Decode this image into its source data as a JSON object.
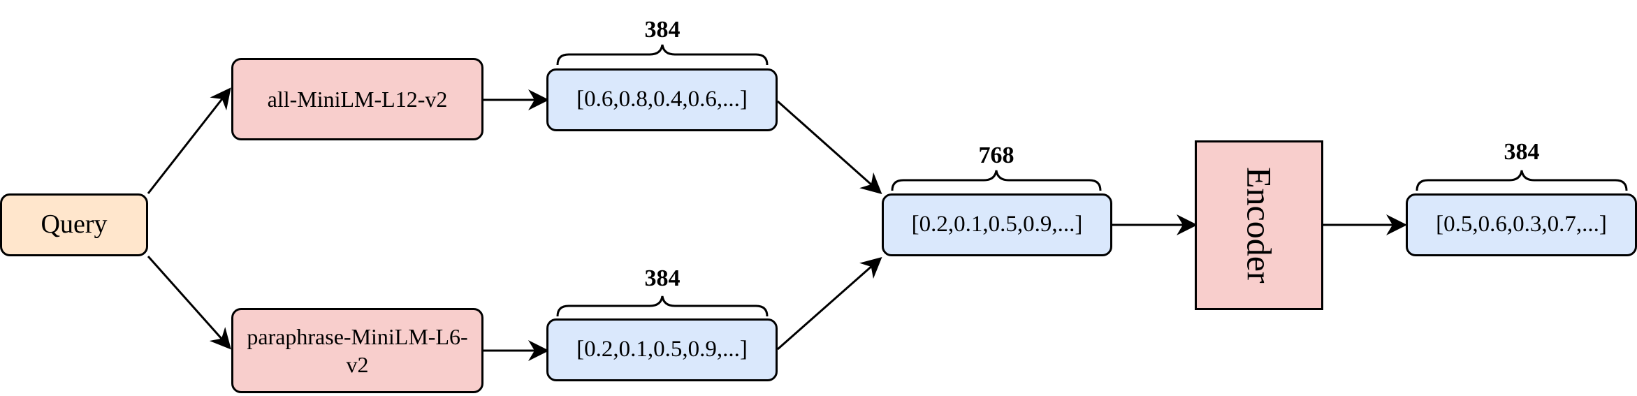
{
  "nodes": {
    "query": "Query",
    "model_top": "all-MiniLM-L12-v2",
    "model_bottom": "paraphrase-MiniLM-L6-v2",
    "vector_top": "[0.6,0.8,0.4,0.6,...]",
    "vector_bottom": "[0.2,0.1,0.5,0.9,...]",
    "vector_concat": "[0.2,0.1,0.5,0.9,...]",
    "encoder": "Encoder",
    "vector_output": "[0.5,0.6,0.3,0.7,...]"
  },
  "dimensions": {
    "top": "384",
    "bottom": "384",
    "concat": "768",
    "output": "384"
  },
  "colors": {
    "query_fill": "#ffe6cc",
    "model_fill": "#f8cecc",
    "vector_fill": "#dae8fc",
    "encoder_fill": "#f8cecc",
    "stroke": "#000000"
  }
}
